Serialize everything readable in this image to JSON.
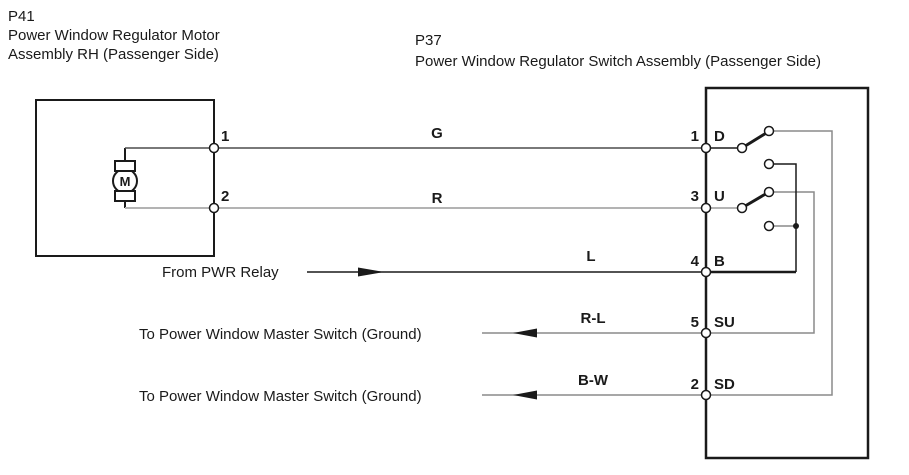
{
  "header_left": {
    "code": "P41",
    "line1": "Power Window Regulator Motor",
    "line2": "Assembly RH (Passenger Side)"
  },
  "header_right": {
    "code": "P37",
    "line1": "Power Window Regulator Switch Assembly (Passenger Side)"
  },
  "motor": {
    "label": "M"
  },
  "left_connector": {
    "pins": [
      {
        "number": "1"
      },
      {
        "number": "2"
      }
    ]
  },
  "right_connector": {
    "pins": [
      {
        "number": "1",
        "name": "D"
      },
      {
        "number": "3",
        "name": "U"
      },
      {
        "number": "4",
        "name": "B"
      },
      {
        "number": "5",
        "name": "SU"
      },
      {
        "number": "2",
        "name": "SD"
      }
    ]
  },
  "wires": {
    "g": "G",
    "r": "R",
    "l": "L",
    "rl": "R-L",
    "bw": "B-W"
  },
  "annotations": {
    "from_pwr_relay": "From PWR Relay",
    "to_ground_1": "To Power Window Master Switch (Ground)",
    "to_ground_2": "To Power Window Master Switch (Ground)"
  },
  "colors": {
    "ink": "#1a1a1a",
    "wire_g": "#4d4d4d",
    "wire_r": "#b3b3b3",
    "wire_gray": "#8a8a8a"
  }
}
